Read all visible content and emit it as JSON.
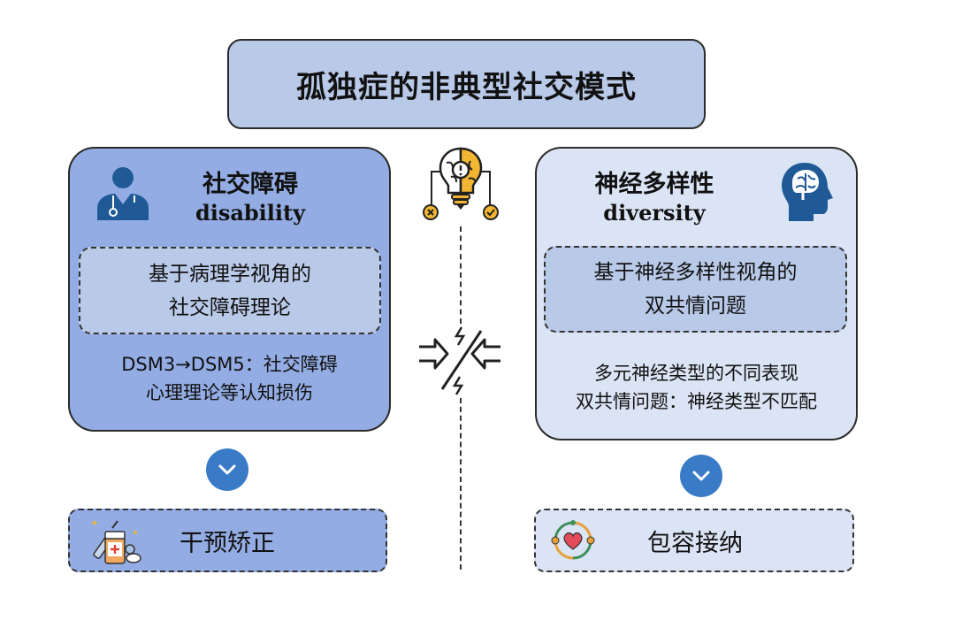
{
  "title": "孤独症的非典型社交模式",
  "left": {
    "heading_zh": "社交障碍",
    "heading_en": "disability",
    "inner_line1": "基于病理学视角的",
    "inner_line2": "社交障碍理论",
    "note_line1": "DSM3→DSM5：社交障碍",
    "note_line2": "心理理论等认知损伤",
    "bottom_label": "干预矫正",
    "icon": "doctor-icon",
    "bottom_icon": "medicine-icon"
  },
  "right": {
    "heading_zh": "神经多样性",
    "heading_en": "diversity",
    "inner_line1": "基于神经多样性视角的",
    "inner_line2": "双共情问题",
    "note_line1": "多元神经类型的不同表现",
    "note_line2": "双共情问题：神经类型不匹配",
    "bottom_label": "包容接纳",
    "icon": "brain-head-icon",
    "bottom_icon": "heart-circle-icon"
  },
  "colors": {
    "title_fill": "#b9c9e8",
    "left_panel": "#93ace3",
    "right_panel": "#dbe4f5",
    "accent_blue": "#3a7bc8",
    "bulb_yellow": "#f2b632"
  }
}
